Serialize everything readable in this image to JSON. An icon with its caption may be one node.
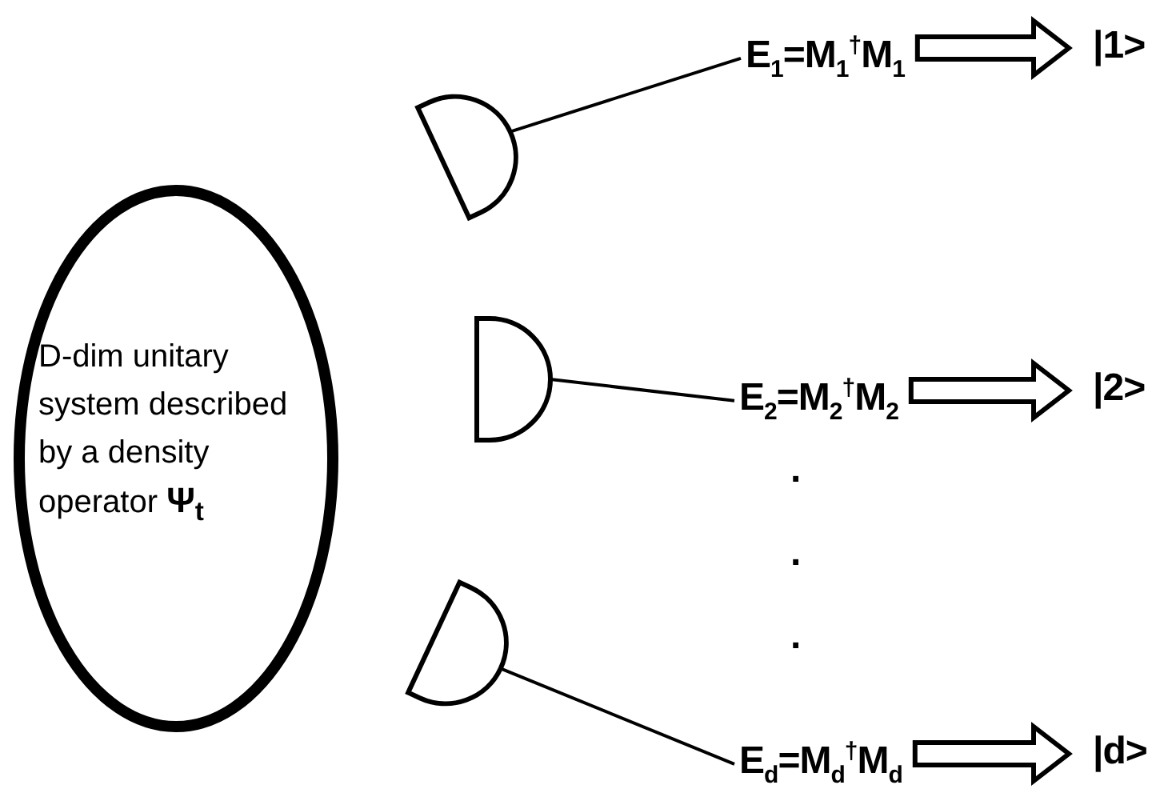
{
  "diagram": {
    "nodes": [
      {
        "text": [
          "D-dim unitary system described by a density operator **Ψ**$_{t}$"
        ]
      },
      {
        "text": [],
        "shape": "semicircle"
      },
      {
        "text": [],
        "shape": "semicircle"
      },
      {
        "text": [],
        "shape": "semicircle"
      },
      {
        "text": [
          "E$_{1}$=M$_{1}$$^{†}$M$_{1}$"
        ]
      },
      {
        "text": [
          "E$_{2}$=M$_{2}$$^{†}$M$_{2}$"
        ]
      },
      {
        "text": [
          "E$_{d}$=M$_{d}$$^{†}$M$_{d}$"
        ]
      },
      {
        "text": [
          "|1>"
        ]
      },
      {
        "text": [
          "|2>"
        ]
      },
      {
        "text": [
          "|d>"
        ]
      }
    ],
    "edges": [
      {
        "from": 1,
        "to": 4,
        "arrow": "none"
      },
      {
        "from": 2,
        "to": 5,
        "arrow": "none"
      },
      {
        "from": 3,
        "to": 6,
        "arrow": "none"
      },
      {
        "from": 4,
        "to": 7,
        "arrow": "to",
        "style": "thick"
      },
      {
        "from": 5,
        "to": 8,
        "arrow": "to",
        "style": "thick"
      },
      {
        "from": 6,
        "to": 9,
        "arrow": "to",
        "style": "thick"
      }
    ],
    "labels": [
      ".",
      ".",
      "."
    ]
  }
}
